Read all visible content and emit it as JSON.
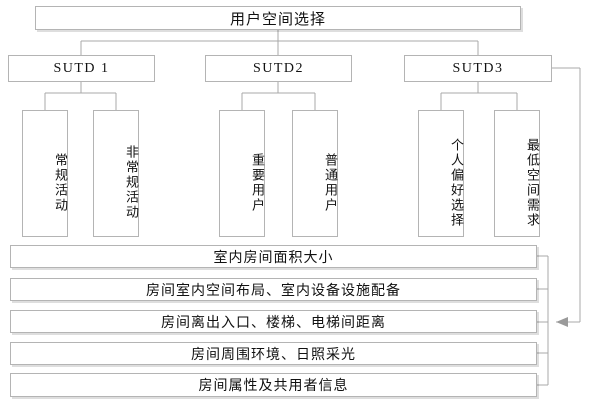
{
  "diagram": {
    "type": "tree-hierarchy",
    "title": "用户空间选择",
    "level2": [
      {
        "id": "sutd1",
        "label": "SUTD 1"
      },
      {
        "id": "sutd2",
        "label": "SUTD2"
      },
      {
        "id": "sutd3",
        "label": "SUTD3"
      }
    ],
    "leaves": [
      {
        "id": "leaf-1-1",
        "parent": "sutd1",
        "label": "常规活动"
      },
      {
        "id": "leaf-1-2",
        "parent": "sutd1",
        "label": "非常规活动"
      },
      {
        "id": "leaf-2-1",
        "parent": "sutd2",
        "label": "重要用户"
      },
      {
        "id": "leaf-2-2",
        "parent": "sutd2",
        "label": "普通用户"
      },
      {
        "id": "leaf-3-1",
        "parent": "sutd3",
        "label": "个人偏好选择"
      },
      {
        "id": "leaf-3-2",
        "parent": "sutd3",
        "label": "最低空间需求"
      }
    ],
    "attributes": [
      {
        "id": "attr-1",
        "label": "室内房间面积大小"
      },
      {
        "id": "attr-2",
        "label": "房间室内空间布局、室内设备设施配备"
      },
      {
        "id": "attr-3",
        "label": "房间离出入口、楼梯、电梯间距离"
      },
      {
        "id": "attr-4",
        "label": "房间周围环境、日照采光"
      },
      {
        "id": "attr-5",
        "label": "房间属性及共用者信息"
      }
    ],
    "colors": {
      "background": "#ffffff",
      "box_border": "#b4b4b4",
      "wire": "#a8a8a8",
      "text": "#111111"
    }
  }
}
